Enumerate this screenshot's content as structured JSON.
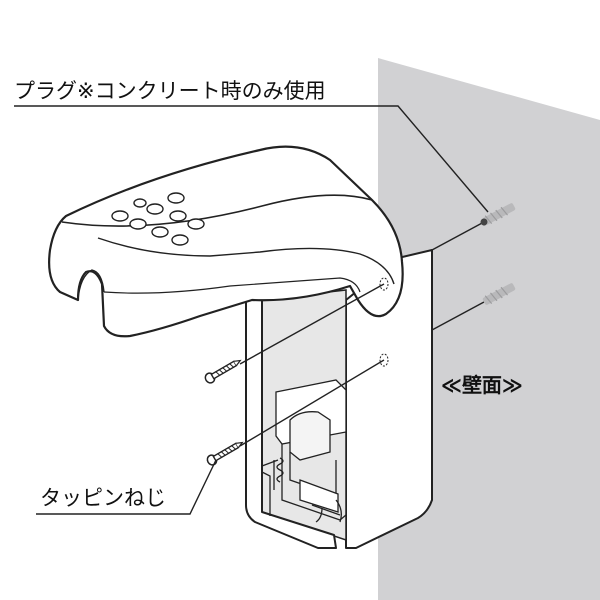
{
  "labels": {
    "plug_note": "プラグ※コンクリート時のみ使用",
    "wall": "≪壁面≫",
    "tapping_screw": "タッピンねじ"
  },
  "colors": {
    "wall": "#d1d1d3",
    "line": "#222222",
    "hood_fill": "#ffffff",
    "inner_shade": "#e7e7e7",
    "plug": "#b9b9bb"
  }
}
